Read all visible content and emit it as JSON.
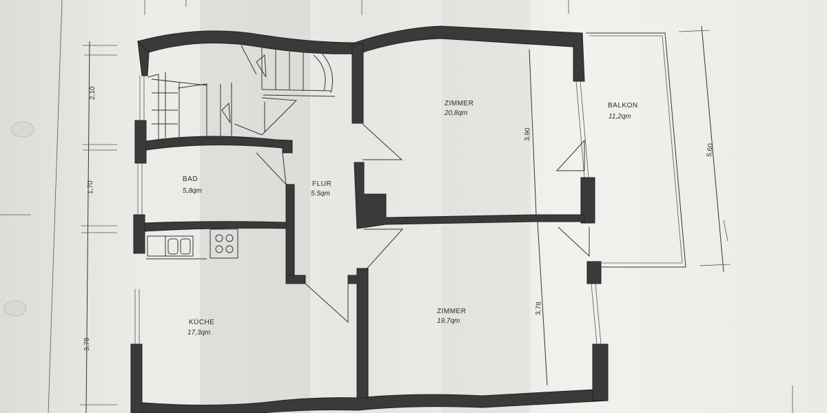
{
  "rooms": {
    "zimmer_top": {
      "name": "ZIMMER",
      "area": "20,8qm"
    },
    "balkon": {
      "name": "BALKON",
      "area": "11,2qm"
    },
    "bad": {
      "name": "BAD",
      "area": "5,8qm"
    },
    "flur": {
      "name": "FLUR",
      "area": "5.5qm"
    },
    "kueche": {
      "name": "KÜCHE",
      "area": "17,3qm"
    },
    "zimmer_bottom": {
      "name": "ZIMMER",
      "area": "19,7qm"
    }
  },
  "dimensions": {
    "left_top": "2,10",
    "left_mid": "1,70",
    "left_bottom": "3,78",
    "inner_top": "3,90",
    "inner_bottom": "3,78",
    "balkon_height": "5,60"
  },
  "colors": {
    "wall": "#3a3a3a",
    "paper": "#ececE9",
    "ink": "#2a2a2a"
  }
}
